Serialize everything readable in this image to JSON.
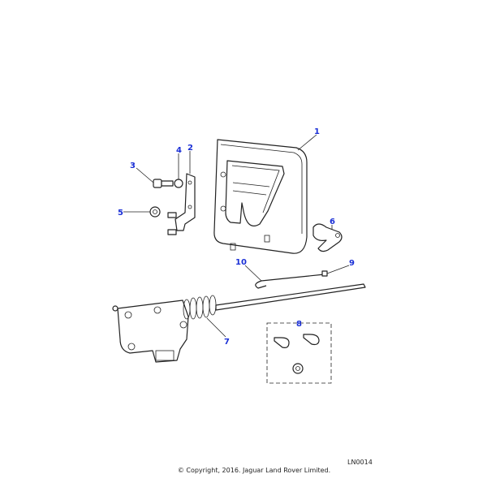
{
  "diagram": {
    "callouts": [
      "1",
      "2",
      "3",
      "4",
      "5",
      "6",
      "7",
      "8",
      "9",
      "10"
    ],
    "reference": "LN0014",
    "copyright": "© Copyright, 2016. Jaguar Land Rover Limited."
  }
}
